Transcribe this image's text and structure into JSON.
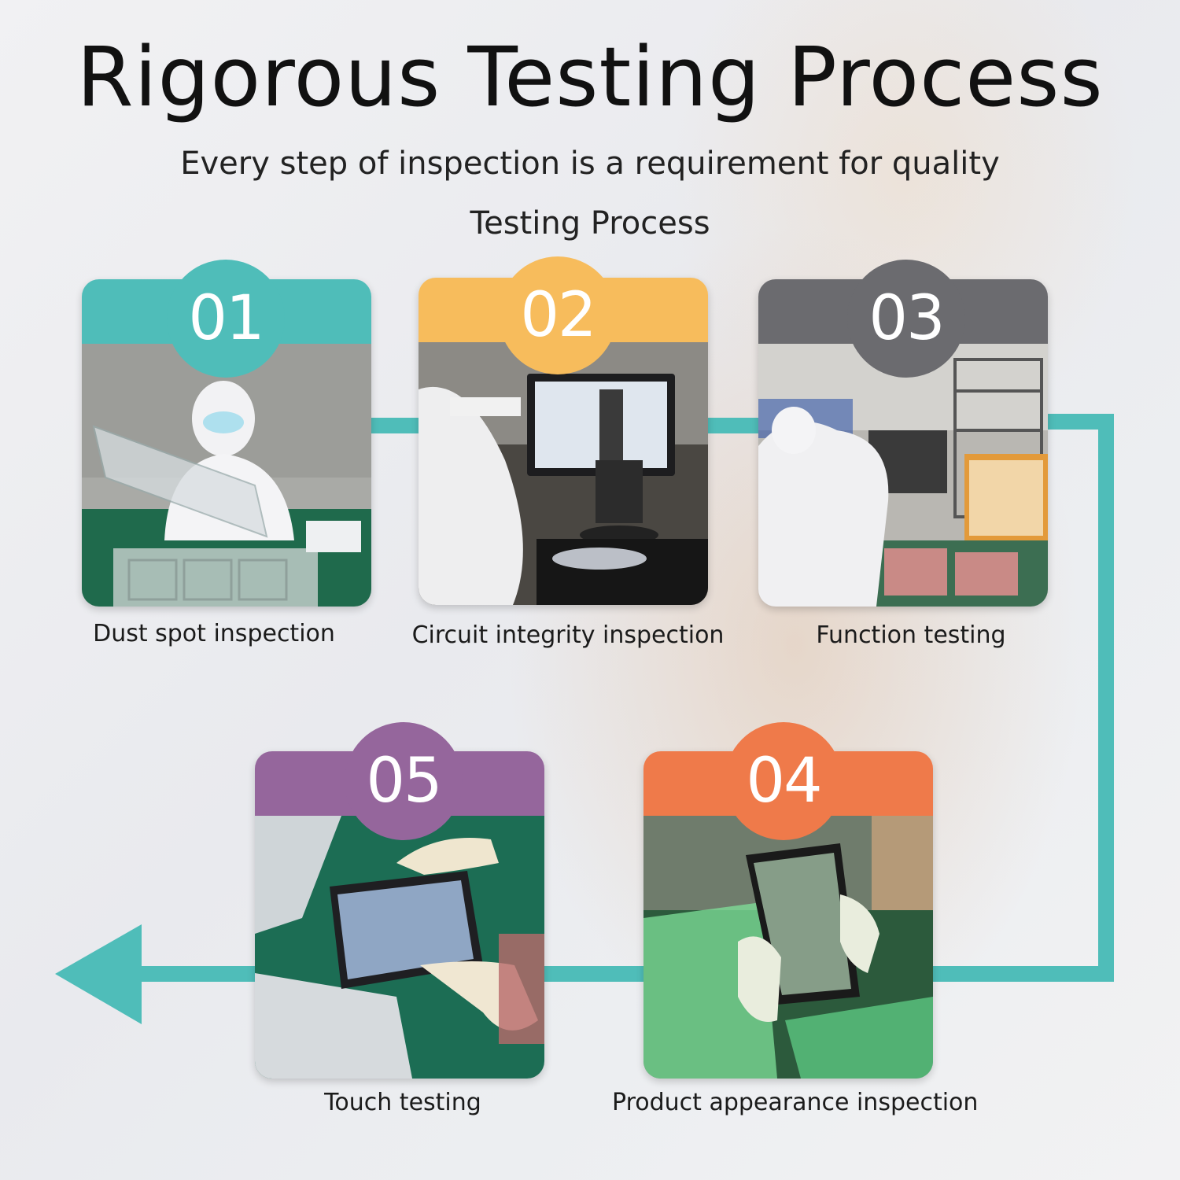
{
  "title": "Rigorous Testing Process",
  "subtitle": "Every step of inspection is a requirement for quality",
  "section_title": "Testing Process",
  "colors": {
    "connector": "#4fbdb9",
    "step1": "#4fbdb9",
    "step2": "#f7bc5c",
    "step3": "#6b6b6f",
    "step4": "#ef7a4a",
    "step5": "#95669c"
  },
  "steps": [
    {
      "number": "01",
      "label": "Dust spot inspection",
      "scene": "worker in cleanroom suit holding a glass panel"
    },
    {
      "number": "02",
      "label": "Circuit integrity inspection",
      "scene": "microscope camera with monitor inspecting a panel"
    },
    {
      "number": "03",
      "label": "Function testing",
      "scene": "operator at test bench with screens"
    },
    {
      "number": "04",
      "label": "Product appearance inspection",
      "scene": "gloved hands holding a tablet screen under green light"
    },
    {
      "number": "05",
      "label": "Touch testing",
      "scene": "gloved hands touching a tablet screen"
    }
  ]
}
